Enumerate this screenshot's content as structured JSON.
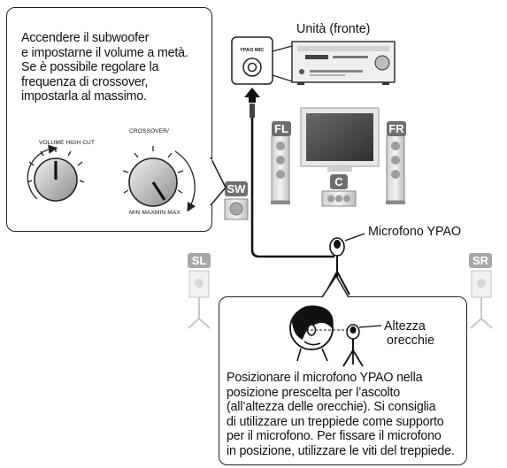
{
  "callouts": {
    "subwoofer_instruction": "Accendere il subwoofer e impostarne il volume a metà. Se è possibile regolare la frequenza di crossover, impostarla al massimo.",
    "subwoofer_lines": [
      "Accendere il subwoofer",
      "e impostarne il volume a metà.",
      "Se è possibile regolare la",
      "frequenza di crossover,",
      "impostarla al massimo."
    ],
    "mic_instruction_lines": [
      "Posizionare il microfono YPAO nella",
      "posizione prescelta per l’ascolto",
      "(all’altezza delle orecchie). Si consiglia",
      "di utilizzare un treppiede come supporto",
      "per il microfono. Per fissare il microfono",
      "in posizione, utilizzare le viti del treppiede."
    ]
  },
  "knobs": {
    "volume_label": "VOLUME HIGH CUT",
    "crossover_label": "CROSSOVER/",
    "crossover_scale": "MIN MAXMIN MAX"
  },
  "unit": {
    "label": "Unità (fronte)",
    "jack_label": "YPAO MIC"
  },
  "labels": {
    "mic": "Microfono YPAO",
    "ear_height": "Altezza orecchie",
    "ear_height_lines": [
      "Altezza",
      "orecchie"
    ]
  },
  "speakers": {
    "fl": "FL",
    "fr": "FR",
    "c": "C",
    "sw": "SW",
    "sl": "SL",
    "sr": "SR"
  },
  "colors": {
    "tag_dark": "#6e6e6e",
    "tag_light": "#a7a7a7",
    "line": "#222222",
    "speaker_face": "#d8d8d8",
    "tv_screen": "#4d4d4d"
  }
}
